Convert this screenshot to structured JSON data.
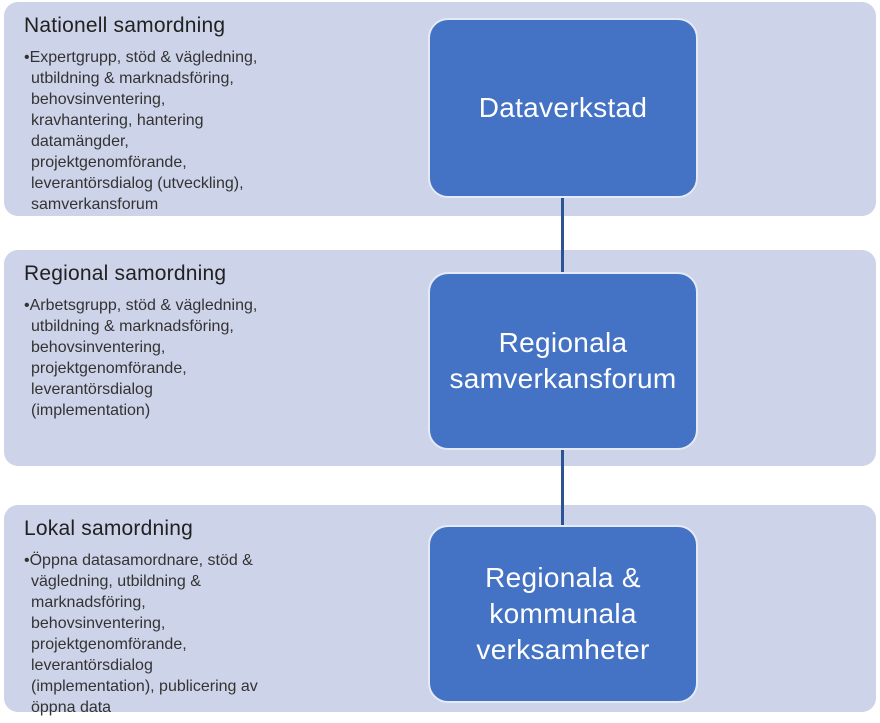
{
  "diagram": {
    "colors": {
      "band_bg": "#cdd3e8",
      "node_bg": "#4472c4",
      "node_border": "#e4eaf6",
      "connector": "#2e5395",
      "heading_text": "#212121",
      "body_text": "#333333",
      "node_text": "#ffffff",
      "page_bg": "#ffffff"
    },
    "bands": [
      {
        "heading": "Nationell samordning",
        "bullets": "•Expertgrupp, stöd & vägledning,\nutbildning & marknadsföring,\nbehovsinventering,\nkravhantering, hantering\ndatamängder,\nprojektgenomförande,\nleverantörsdialog (utveckling),\nsamverkansforum",
        "box_label": "Dataverkstad"
      },
      {
        "heading": "Regional samordning",
        "bullets": "•Arbetsgrupp, stöd & vägledning,\nutbildning & marknadsföring,\nbehovsinventering,\nprojektgenomförande,\nleverantörsdialog\n(implementation)",
        "box_label": "Regionala\nsamverkansforum"
      },
      {
        "heading": "Lokal samordning",
        "bullets": "•Öppna datasamordnare, stöd &\nvägledning, utbildning &\nmarknadsföring,\nbehovsinventering,\nprojektgenomförande,\nleverantörsdialog\n(implementation), publicering av\nöppna data",
        "box_label": "Regionala &\nkommunala\nverksamheter"
      }
    ]
  }
}
